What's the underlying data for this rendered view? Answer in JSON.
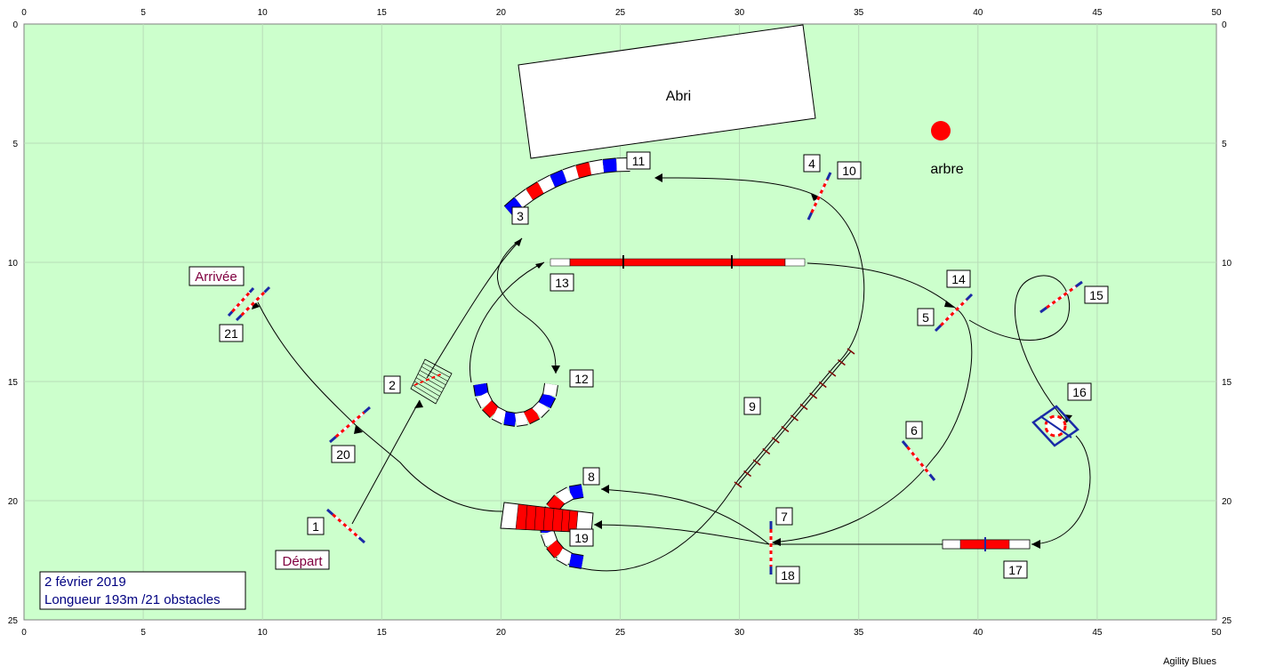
{
  "axes": {
    "x_ticks": [
      "0",
      "5",
      "10",
      "15",
      "20",
      "25",
      "30",
      "35",
      "40",
      "45",
      "50"
    ],
    "y_ticks": [
      "0",
      "5",
      "10",
      "15",
      "20",
      "25"
    ]
  },
  "field_color": "#ccffcc",
  "shelter_label": "Abri",
  "tree_label": "arbre",
  "start_label": "Départ",
  "finish_label": "Arrivée",
  "obstacle_numbers": [
    "1",
    "2",
    "3",
    "4",
    "5",
    "6",
    "7",
    "8",
    "9",
    "10",
    "11",
    "12",
    "13",
    "14",
    "15",
    "16",
    "17",
    "18",
    "19",
    "20",
    "21"
  ],
  "info": {
    "date": "2 février 2019",
    "length": "Longueur 193m /21 obstacles"
  },
  "software": "Agility Blues",
  "colors": {
    "red": "#ff0000",
    "blue": "#0000ff",
    "bar_blue": "#1a2aa6",
    "text_label": "#800040"
  }
}
